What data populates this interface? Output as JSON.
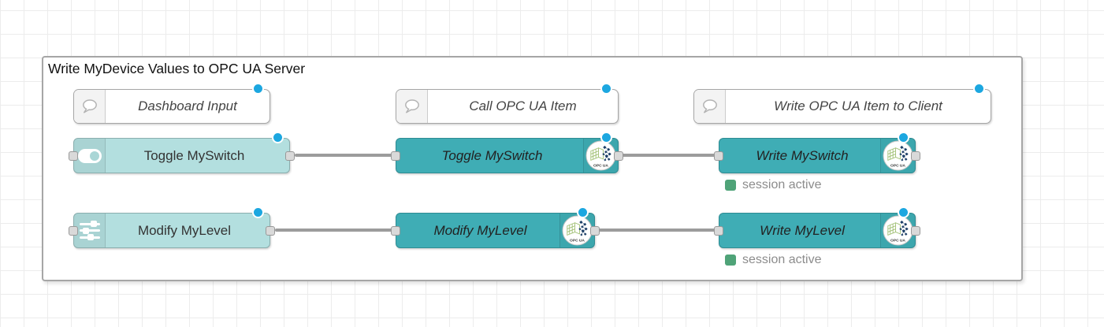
{
  "group": {
    "label": "Write MyDevice Values to OPC UA Server"
  },
  "comments": [
    {
      "label": "Dashboard Input"
    },
    {
      "label": "Call OPC UA Item"
    },
    {
      "label": "Write OPC UA Item to Client"
    }
  ],
  "dashboard_nodes": [
    {
      "label": "Toggle MySwitch",
      "icon": "toggle-on-icon"
    },
    {
      "label": "Modify MyLevel",
      "icon": "sliders-icon"
    }
  ],
  "call_nodes": [
    {
      "label": "Toggle MySwitch",
      "icon": "opcua-logo-icon"
    },
    {
      "label": "Modify MyLevel",
      "icon": "opcua-logo-icon"
    }
  ],
  "write_nodes": [
    {
      "label": "Write MySwitch",
      "icon": "opcua-logo-icon",
      "status": "session active"
    },
    {
      "label": "Write MyLevel",
      "icon": "opcua-logo-icon",
      "status": "session active"
    }
  ],
  "badge_label": "OPC UA",
  "colors": {
    "nodeDark": "#3fadb5",
    "nodeLight": "#b3dfdf",
    "wire": "#9c9c9c",
    "portFill": "#d9d9d9",
    "portBorder": "#999999",
    "dot": "#1ca7e0",
    "statusGreen": "#4fa378",
    "statusText": "#8c8c8c",
    "groupBorder": "#a6a6a6",
    "grid": "#ececec"
  }
}
